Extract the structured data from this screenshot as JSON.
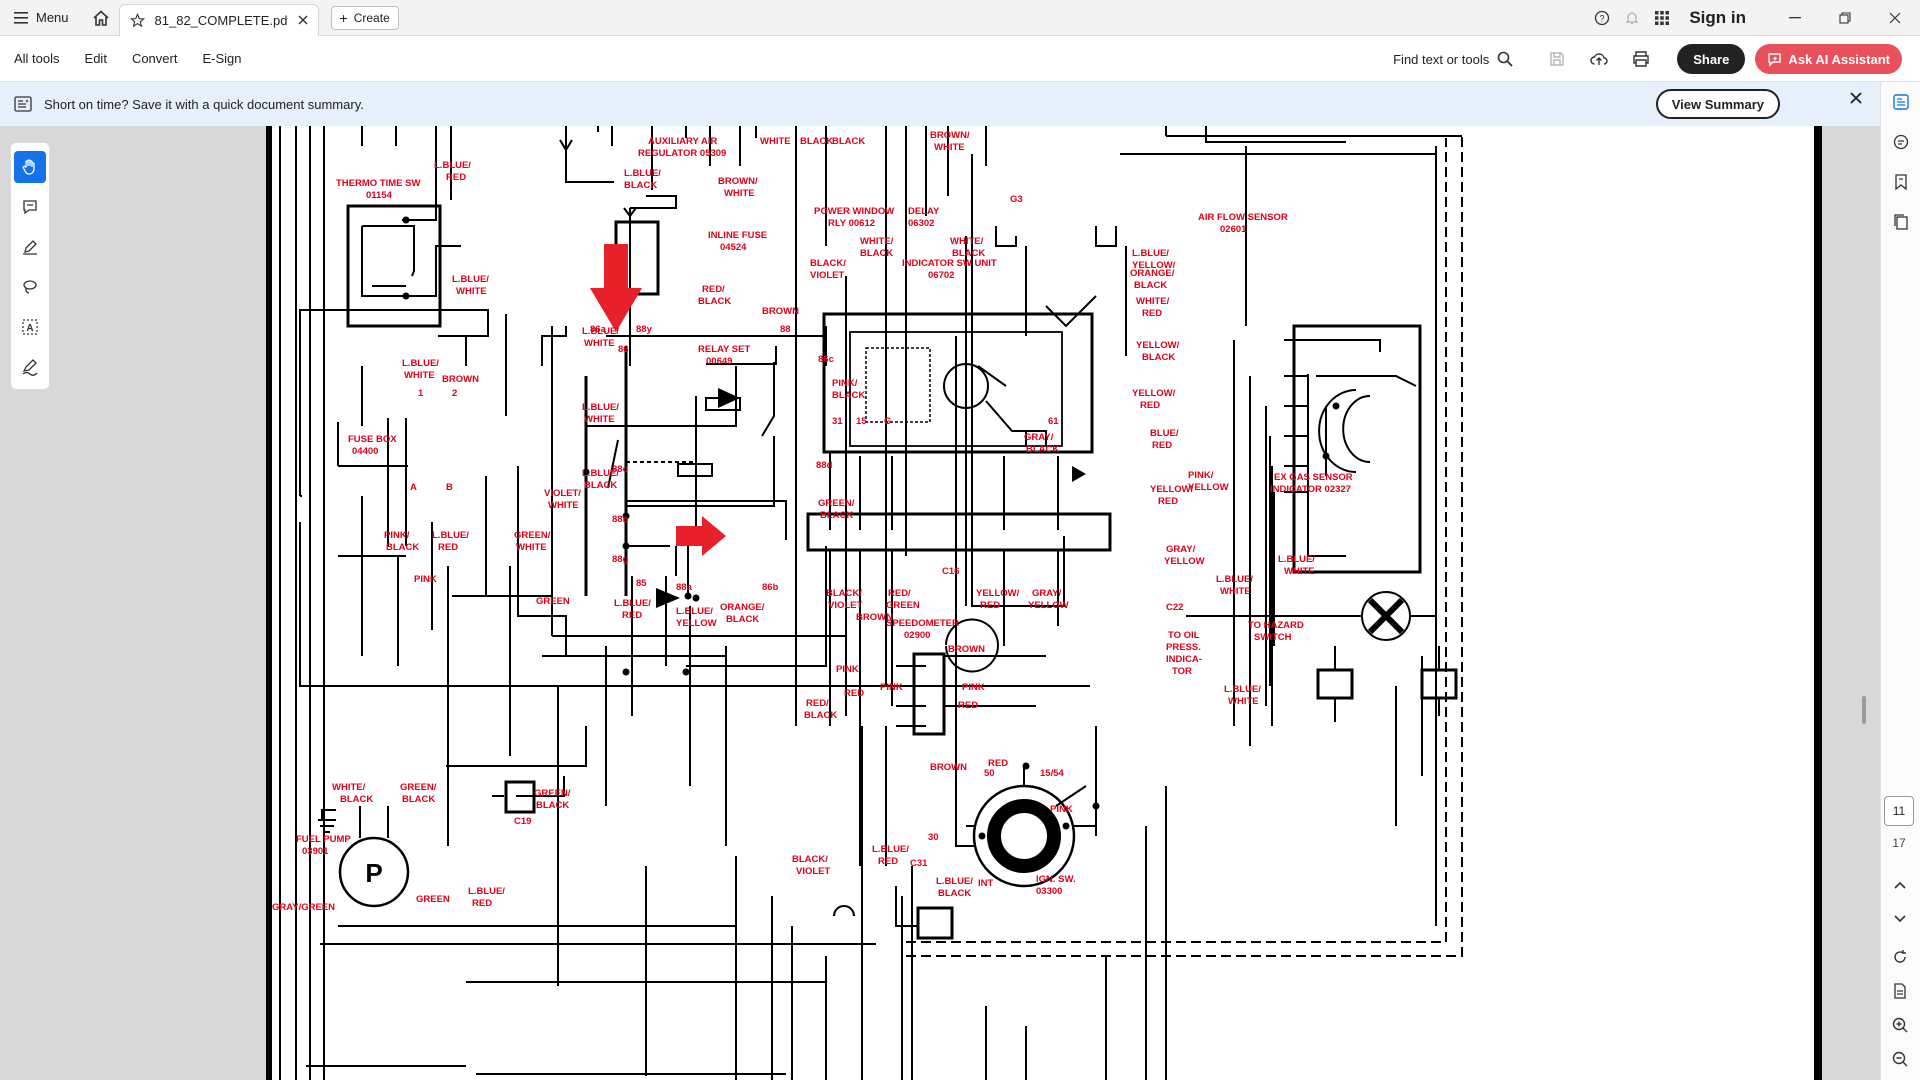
{
  "titlebar": {
    "menu_label": "Menu",
    "tab_title": "81_82_COMPLETE.pdf",
    "create_label": "Create",
    "signin_label": "Sign in"
  },
  "toolbar": {
    "items": [
      "All tools",
      "Edit",
      "Convert",
      "E-Sign"
    ],
    "find_label": "Find text or tools",
    "share_label": "Share",
    "ai_label": "Ask AI Assistant"
  },
  "banner": {
    "message": "Short on time? Save it with a quick document summary.",
    "button_label": "View Summary"
  },
  "navigation": {
    "current_page": "11",
    "total_pages": "17"
  },
  "colors": {
    "accent": "#1473e6",
    "ai_button": "#e8505b",
    "banner_bg": "#e5f0fa",
    "schematic_label": "#e0001a",
    "annotation_arrow": "#e8202a"
  },
  "schematic": {
    "components": {
      "thermo": "THERMO TIME SW",
      "thermo_no": "01154",
      "aux_air": "AUXILIARY AIR",
      "aux_air_no": "REGULATOR 05309",
      "inline_fuse": "INLINE FUSE",
      "inline_fuse_no": "04524",
      "relay_set": "RELAY SET",
      "relay_set_no": "00649",
      "fuse_box": "FUSE BOX",
      "fuse_box_no": "04400",
      "fuel_pump": "FUEL PUMP",
      "fuel_pump_no": "03901",
      "power_window": "POWER WINDOW",
      "power_window_no": "RLY 00612",
      "delay": "DELAY",
      "delay_no": "06302",
      "indicator_sw": "INDICATOR SW UNIT",
      "indicator_sw_no": "06702",
      "g3": "G3",
      "air_flow": "AIR FLOW SENSOR",
      "air_flow_no": "02601",
      "ex_gas": "EX GAS SENSOR",
      "ex_gas_no": "INDICATOR 02327",
      "speedometer": "SPEEDOMETER",
      "speedometer_no": "02900",
      "ign_sw": "IGN. SW.",
      "ign_sw_no": "03300",
      "c16": "C16",
      "c19": "C19",
      "c22": "C22",
      "c31": "C31",
      "to_oil_1": "TO OIL",
      "to_oil_2": "PRESS.",
      "to_oil_3": "INDICA-",
      "to_oil_4": "TOR",
      "to_hazard_1": "TO HAZARD",
      "to_hazard_2": "SWITCH",
      "pump_letter": "P",
      "int": "INT"
    },
    "wires": {
      "lblue": "L.BLUE/",
      "red": "RED",
      "white": "WHITE",
      "black": "BLACK",
      "brown_slash": "BROWN/",
      "red_slash": "RED/",
      "brown": "BROWN",
      "pink_slash": "PINK/",
      "green_slash": "GREEN/",
      "violet_slash": "VIOLET/",
      "pink": "PINK",
      "green": "GREEN",
      "yellow": "YELLOW",
      "orange_slash": "ORANGE/",
      "black_slash": "BLACK/",
      "violet": "VIOLET",
      "yellow_slash": "YELLOW/",
      "gray_slash": "GRAY/",
      "white_slash": "WHITE/",
      "green_txt": "GREEN",
      "gray_green": "GRAY/GREEN",
      "gray_yellow_a": "GRAY/",
      "yellow_red": "YELLOW/",
      "pink_yellow": "PINK/",
      "blue_red": "BLUE/"
    },
    "terminals": {
      "t86a": "86a",
      "t88y": "88y",
      "t88": "88",
      "t86c": "86c",
      "t86": "86",
      "t88c": "88c",
      "t88d": "88d",
      "t88b": "88b",
      "t88g": "88g",
      "t85": "85",
      "t88a": "88a",
      "t86b": "86b",
      "f1": "1",
      "f2": "2",
      "fa": "A",
      "fb": "B",
      "p31": "31",
      "p15": "15",
      "pg": "G",
      "p61": "61",
      "i50": "50",
      "i30": "30",
      "i1554": "15/54"
    }
  }
}
